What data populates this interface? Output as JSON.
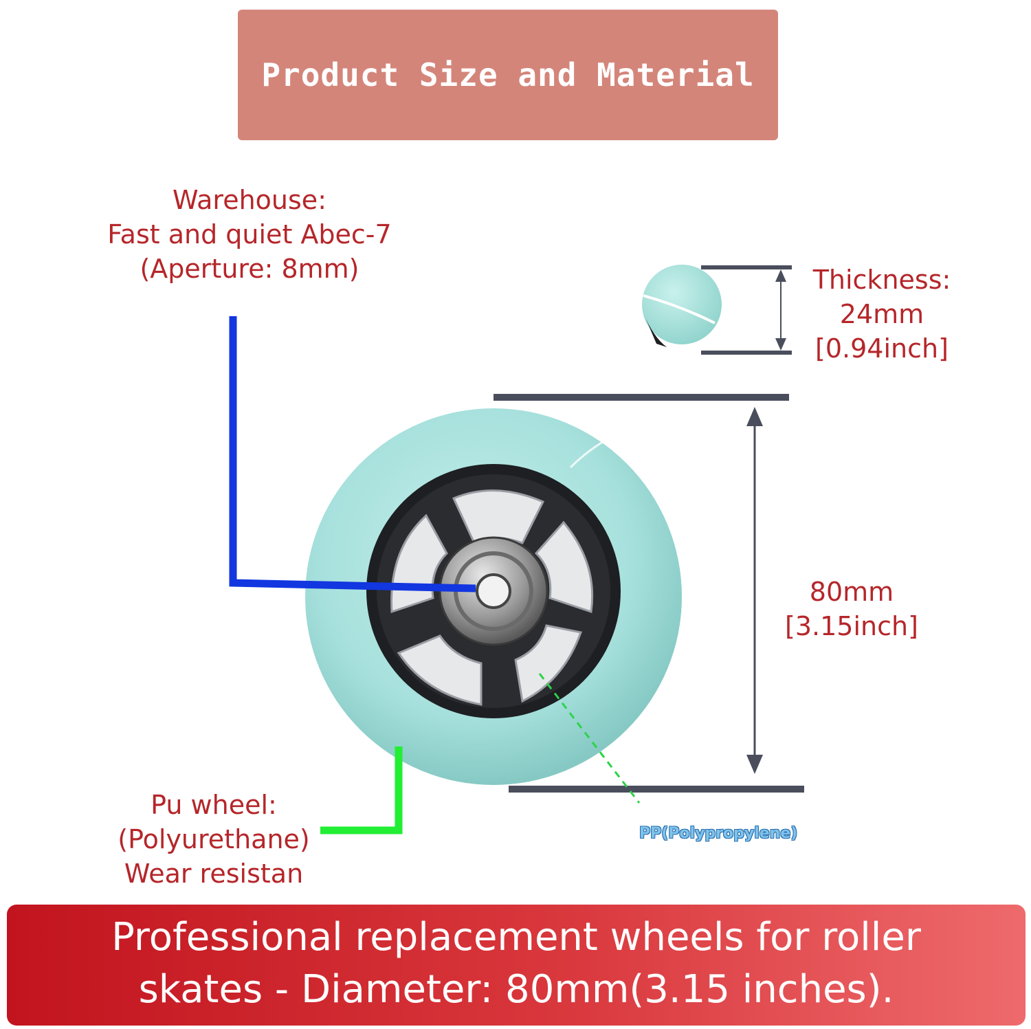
{
  "header": {
    "title": "Product Size and Material"
  },
  "callouts": {
    "bearing": {
      "lines": [
        "Warehouse:",
        "Fast and quiet Abec-7",
        "(Aperture: 8mm)"
      ]
    },
    "thickness": {
      "lines": [
        "Thickness:",
        "24mm",
        "[0.94inch]"
      ]
    },
    "diameter": {
      "lines": [
        "80mm",
        "[3.15inch]"
      ]
    },
    "tire": {
      "lines": [
        "Pu wheel:",
        "(Polyurethane)",
        "Wear resistan"
      ]
    },
    "hub": {
      "label": "PP(Polypropylene)"
    }
  },
  "footer": {
    "lines": [
      "Professional replacement wheels for roller",
      "skates - Diameter: 80mm(3.15 inches)."
    ]
  },
  "colors": {
    "title_banner": "#d4857a",
    "label_red": "#b5262a",
    "bearing_line": "#1236e0",
    "tire_line": "#22ee33",
    "hub_line": "#2ed24a",
    "dimension_line": "#4a4e5c",
    "wheel_tire": "#a6e0dc",
    "wheel_hub": "#1d1f22",
    "footer_start": "#c2141e",
    "footer_end": "#ee6a6c"
  }
}
